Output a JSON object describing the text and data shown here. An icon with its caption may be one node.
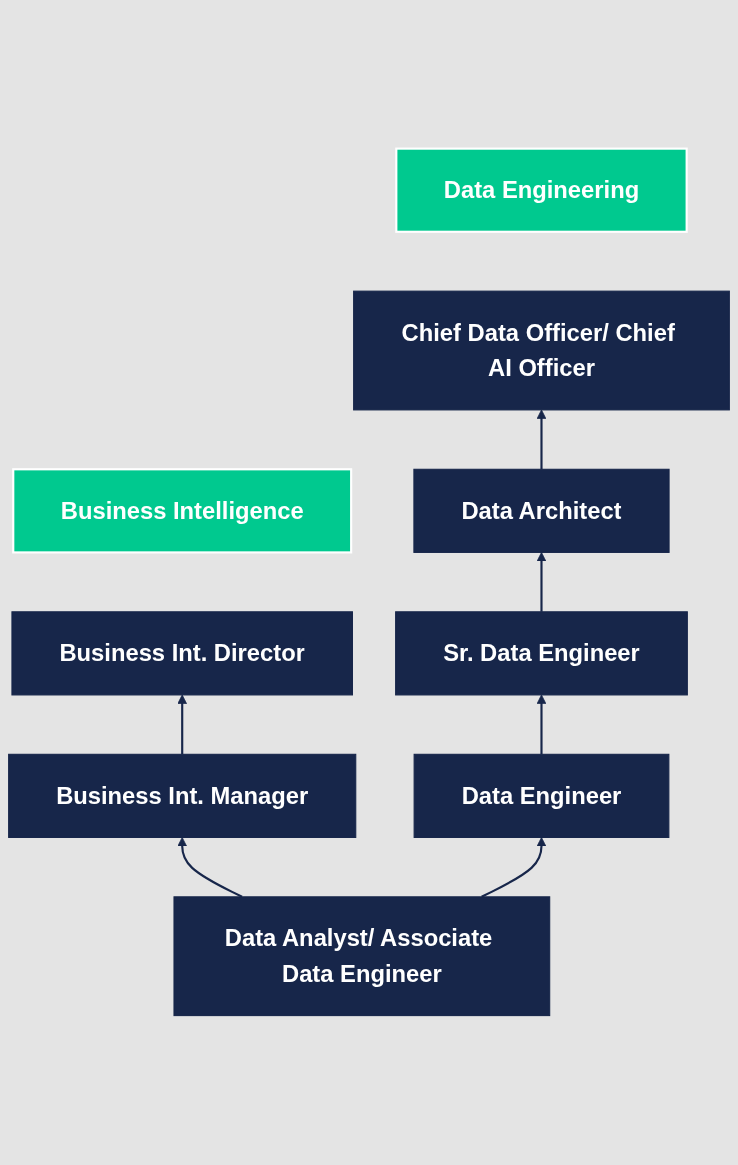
{
  "diagram": {
    "nodes": [
      {
        "text": [
          "Business Intelligence"
        ]
      },
      {
        "text": [
          "Data Engineering"
        ]
      },
      {
        "text": [
          "Chief Data Officer/ Chief AI Officer"
        ]
      },
      {
        "text": [
          "Data Architect"
        ]
      },
      {
        "text": [
          "Business Int. Director"
        ]
      },
      {
        "text": [
          "Sr. Data Engineer"
        ]
      },
      {
        "text": [
          "Business Int. Manager"
        ]
      },
      {
        "text": [
          "Data Engineer"
        ]
      },
      {
        "text": [
          "Data Analyst/ Associate Data Engineer"
        ]
      }
    ],
    "edges": [
      {
        "from": 6,
        "to": 4,
        "arrow": "to"
      },
      {
        "from": 3,
        "to": 2,
        "arrow": "to"
      },
      {
        "from": 5,
        "to": 3,
        "arrow": "to"
      },
      {
        "from": 7,
        "to": 5,
        "arrow": "to"
      },
      {
        "from": 8,
        "to": 6,
        "arrow": "to"
      },
      {
        "from": 8,
        "to": 7,
        "arrow": "to"
      }
    ]
  }
}
